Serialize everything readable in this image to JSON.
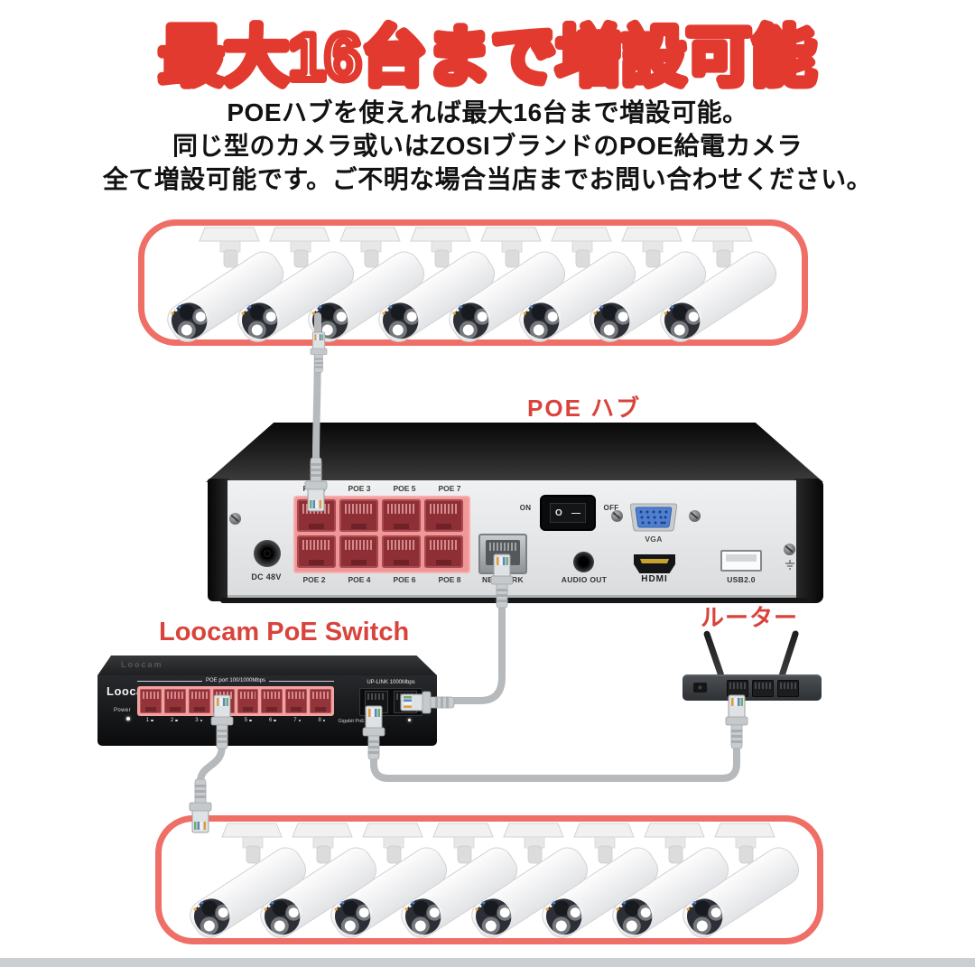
{
  "title": "最大16台まで増設可能",
  "description_lines": [
    "POEハブを使えれば最大16台まで増設可能。",
    "同じ型のカメラ或いはZOSIブランドのPOE給電カメラ",
    "全て増設可能です。ご不明な場合当店までお問い合わせください。"
  ],
  "labels": {
    "poe_hub": "POE ハブ",
    "switch_title": "Loocam PoE Switch",
    "router": "ルーター"
  },
  "nvr": {
    "dc_label": "DC 48V",
    "poe_labels_top": [
      "POE 1",
      "POE 3",
      "POE 5",
      "POE 7"
    ],
    "poe_labels_bottom": [
      "POE 2",
      "POE 4",
      "POE 6",
      "POE 8"
    ],
    "network_label": "NETWORK",
    "on_label": "ON",
    "off_label": "OFF",
    "rocker_o": "O",
    "rocker_dash": "—",
    "vga_label": "VGA",
    "audio_label": "AUDIO OUT",
    "hdmi_label": "HDMI",
    "usb_label": "USB2.0"
  },
  "poe_switch": {
    "brand_top": "Loocam",
    "brand": "Loocam",
    "power_label": "Power",
    "poe_ports_label": "POE port 100/1000Mbps",
    "uplink_label": "UP-LINK 1000Mbps",
    "gigabit_label": "Gigabit PoE Switch",
    "port_numbers": [
      "1",
      "2",
      "3",
      "4",
      "5",
      "6",
      "7",
      "8"
    ]
  },
  "cameras": {
    "top_count": 8,
    "bottom_count": 8
  },
  "colors": {
    "title_red": "#e23a2e",
    "label_red": "#d8443c",
    "box_border_red": "#ef6e66",
    "poe_highlight": "#f2a3a1",
    "cable_gray": "#b6babc",
    "vga_blue": "#4f7fd0"
  }
}
